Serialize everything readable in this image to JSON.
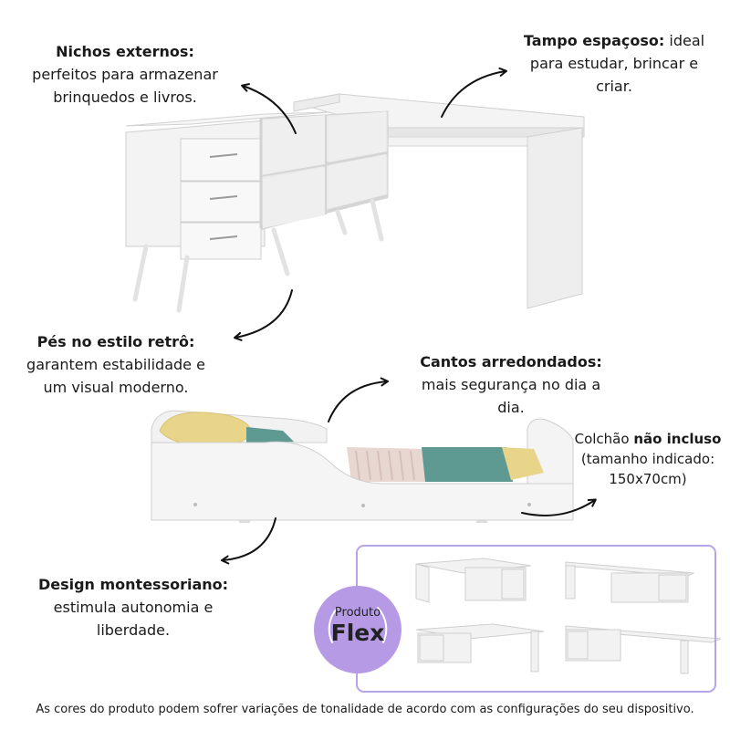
{
  "callouts": {
    "nichos": {
      "title": "Nichos externos:",
      "line1": "perfeitos para armazenar",
      "line2": "brinquedos e livros."
    },
    "tampo": {
      "title": "Tampo espaçoso:",
      "title_rest": " ideal",
      "line1": "para estudar, brincar e",
      "line2": "criar."
    },
    "pes": {
      "title": "Pés no estilo retrô:",
      "line1": "garantem estabilidade e",
      "line2": "um visual moderno."
    },
    "cantos": {
      "title": "Cantos arredondados:",
      "line1": "mais segurança no dia a",
      "line2": "dia."
    },
    "colchao": {
      "prefix": "Colchão ",
      "bold": "não incluso",
      "line1": "(tamanho indicado:",
      "line2": "150x70cm)"
    },
    "design": {
      "title": "Design montessoriano:",
      "line1": "estimula autonomia e",
      "line2": "liberdade."
    }
  },
  "badge": {
    "line1": "Produto",
    "line2": "Flex"
  },
  "footer": "As cores do produto podem sofrer variações de tonalidade de acordo com as configurações do seu dispositivo.",
  "colors": {
    "accent": "#b69ae6",
    "border": "#b7a3e8",
    "furniture": "#f2f2f2",
    "mattress_green": "#5f9a92",
    "pillow_yellow": "#e8d58a"
  }
}
